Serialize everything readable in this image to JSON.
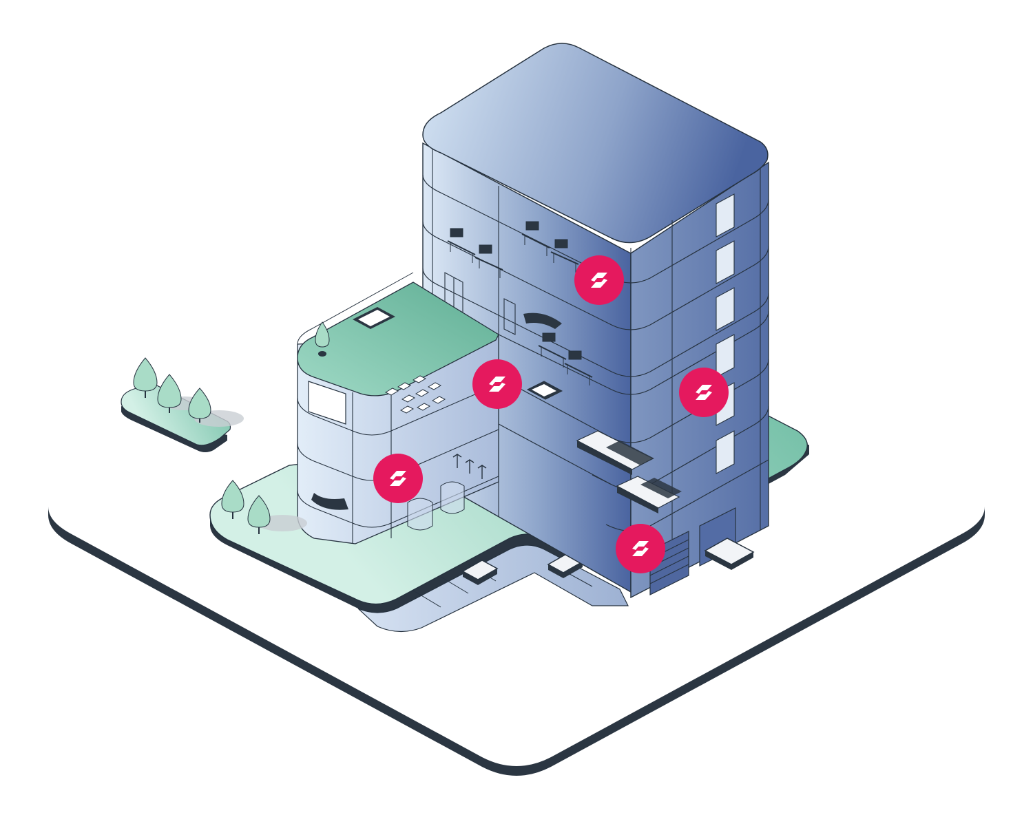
{
  "diagram": {
    "subject": "isometric-office-building",
    "colors": {
      "outline": "#26323f",
      "platform_fill": "#ffffff",
      "platform_edge": "#2b3642",
      "glass_light": "#dde9f6",
      "glass_dark": "#4a64a0",
      "lawn_light": "#c9ece0",
      "lawn_dark": "#6bbba1",
      "tree": "#a9dcc7",
      "tree_shadow": "#c9ced3",
      "marker": "#e5195e",
      "furniture": "#2b3642",
      "car": "#f2f4f7"
    },
    "marker_icon": "sensor-logo-icon",
    "markers": [
      {
        "name": "upper-office-marker"
      },
      {
        "name": "atrium-marker"
      },
      {
        "name": "tower-side-marker"
      },
      {
        "name": "lobby-marker"
      },
      {
        "name": "garage-entrance-marker"
      }
    ]
  }
}
